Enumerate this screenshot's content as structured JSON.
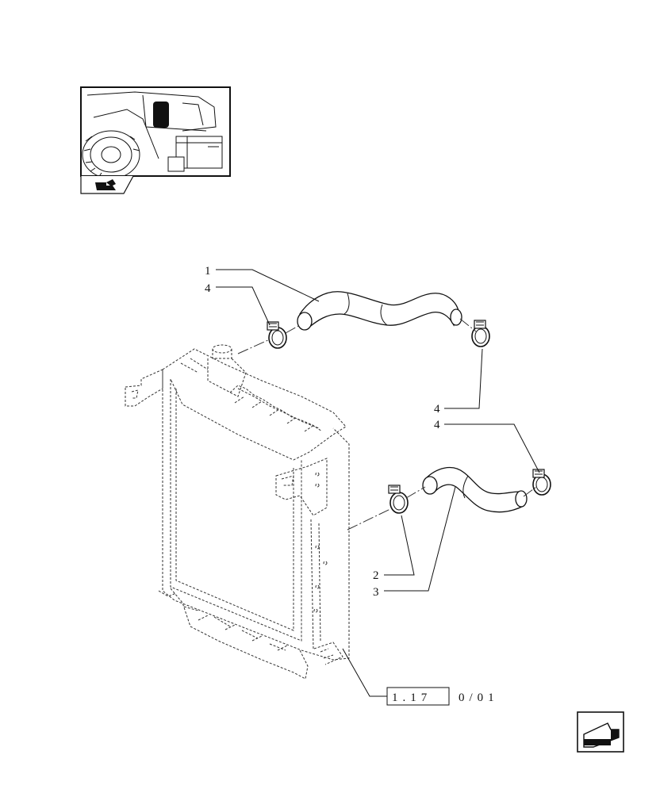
{
  "callouts": {
    "c1": "1",
    "c4_top_left": "4",
    "c4_right_mid": "4",
    "c4_right_lower": "4",
    "c2": "2",
    "c3": "3"
  },
  "reference": {
    "page_box": "1.17",
    "page_suffix": "0/01"
  },
  "icons": {
    "locator": "tractor-locator-icon",
    "next_page": "next-page-arrow-icon"
  }
}
